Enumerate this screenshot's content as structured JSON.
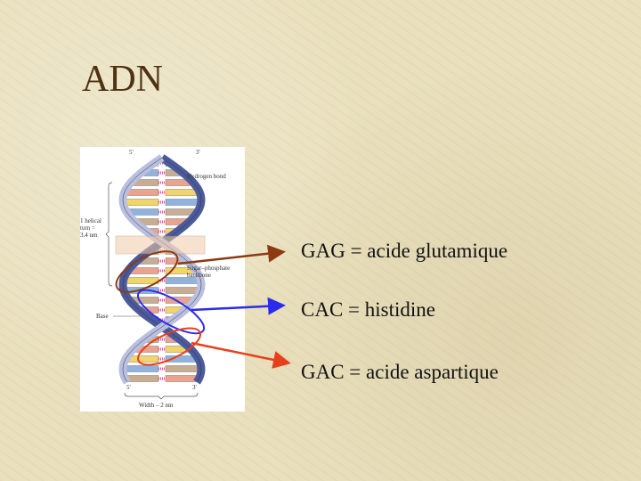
{
  "slide": {
    "title": "ADN"
  },
  "figure": {
    "labels": {
      "top_left_end": "5'",
      "top_right_end": "3'",
      "bottom_left_end": "5'",
      "bottom_right_end": "3'",
      "hydrogen_bond": "Hydrogen bond",
      "helical_turn": [
        "1 helical",
        "turn =",
        "3.4 nm"
      ],
      "backbone": [
        "Sugar–phosphate",
        "backbone"
      ],
      "base": "Base",
      "width": "Width – 2 nm"
    }
  },
  "annotations": [
    {
      "text": "GAG = acide glutamique",
      "color": "#8b3a12"
    },
    {
      "text": "CAC = histidine",
      "color": "#2b2bf0"
    },
    {
      "text": "GAC = acide aspartique",
      "color": "#e8401a"
    }
  ]
}
